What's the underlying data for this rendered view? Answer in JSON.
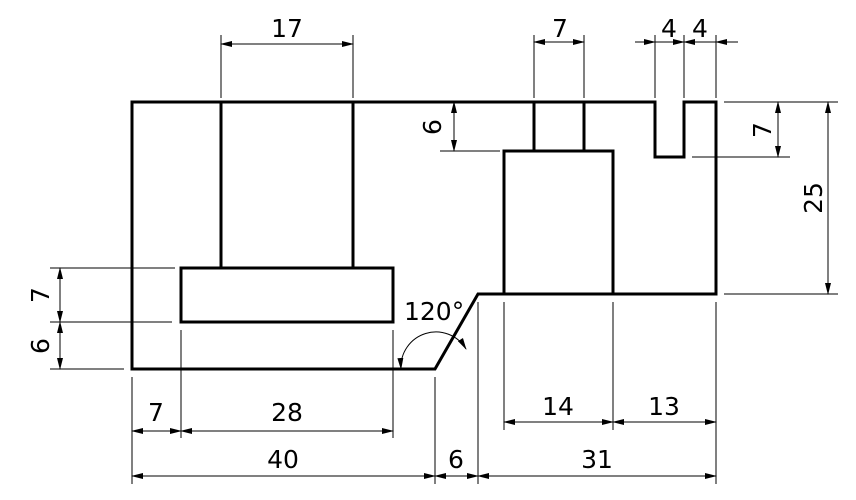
{
  "drawing": {
    "dimensions": {
      "top_slot_width": "17",
      "top_groove_width": "7",
      "top_notch_left": "4",
      "top_notch_right": "4",
      "groove_depth": "6",
      "notch_depth": "7",
      "overall_height": "25",
      "left_slot_height": "7",
      "left_base_height": "6",
      "bottom_left_offset": "7",
      "bottom_slot_length": "28",
      "bottom_left_length": "40",
      "bottom_chamfer_run": "6",
      "bottom_right_length": "31",
      "pocket_width": "14",
      "right_wall_width": "13",
      "chamfer_angle": "120°"
    },
    "colors": {
      "line": "#000000",
      "background": "#ffffff"
    }
  }
}
